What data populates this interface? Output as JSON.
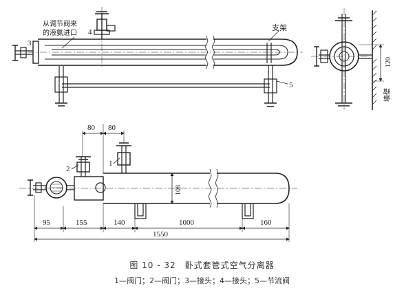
{
  "top_view": {
    "inlet_label_line1": "从调节阀来",
    "inlet_label_line2": "的液氨进口",
    "support_label": "支架",
    "callouts": {
      "c3": "3",
      "c4": "4",
      "c5": "5"
    }
  },
  "side_view": {
    "dimension_120": "120",
    "wall_label": "墙壁"
  },
  "front_view": {
    "callouts": {
      "c1": "1",
      "c2": "2"
    },
    "top_dims": {
      "d1": "80",
      "d2": "80"
    },
    "diameter_label": "108",
    "bottom_dims": {
      "d95": "95",
      "d155": "155",
      "d140": "140",
      "d1000": "1000",
      "d160": "160"
    },
    "overall_dim": "1550"
  },
  "caption": {
    "title": "图 10 - 32　卧式套管式空气分离器",
    "legend": "1—阀门；2—阀门；3—接头；4—接头；5—节流阀"
  }
}
